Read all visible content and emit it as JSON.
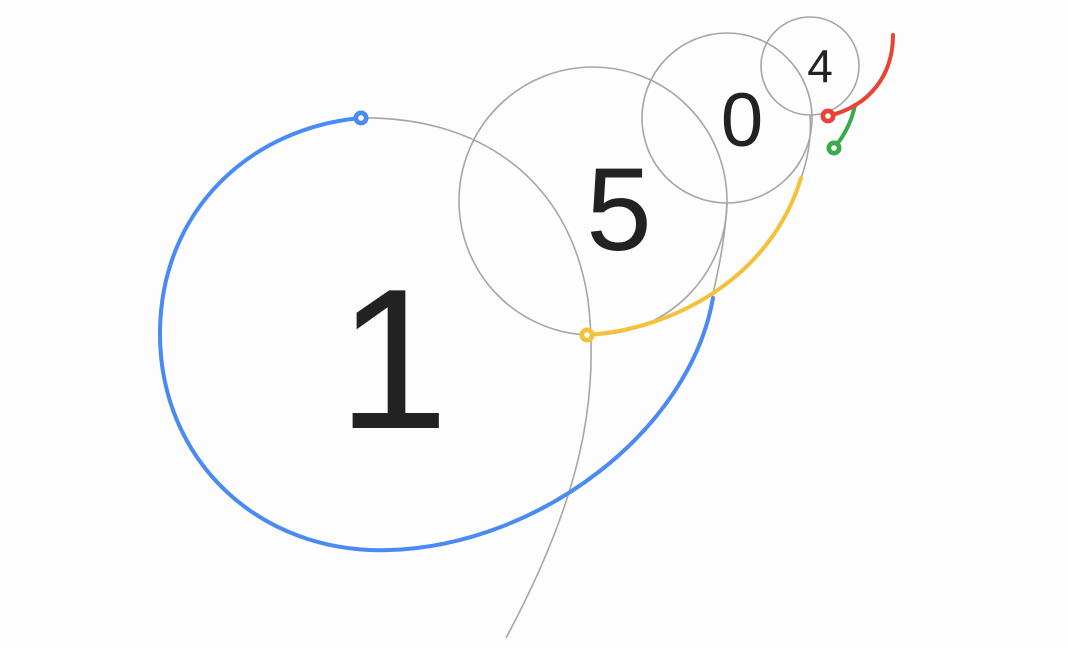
{
  "digits": {
    "d1": "1",
    "d2": "5",
    "d3": "0",
    "d4": "4"
  },
  "colors": {
    "background": "#fdfdfd",
    "guide": "#a6a6a6",
    "digit": "#222222",
    "blue": "#4a8af4",
    "yellow": "#f5c03a",
    "green": "#3aab4a",
    "red": "#ea4335"
  }
}
